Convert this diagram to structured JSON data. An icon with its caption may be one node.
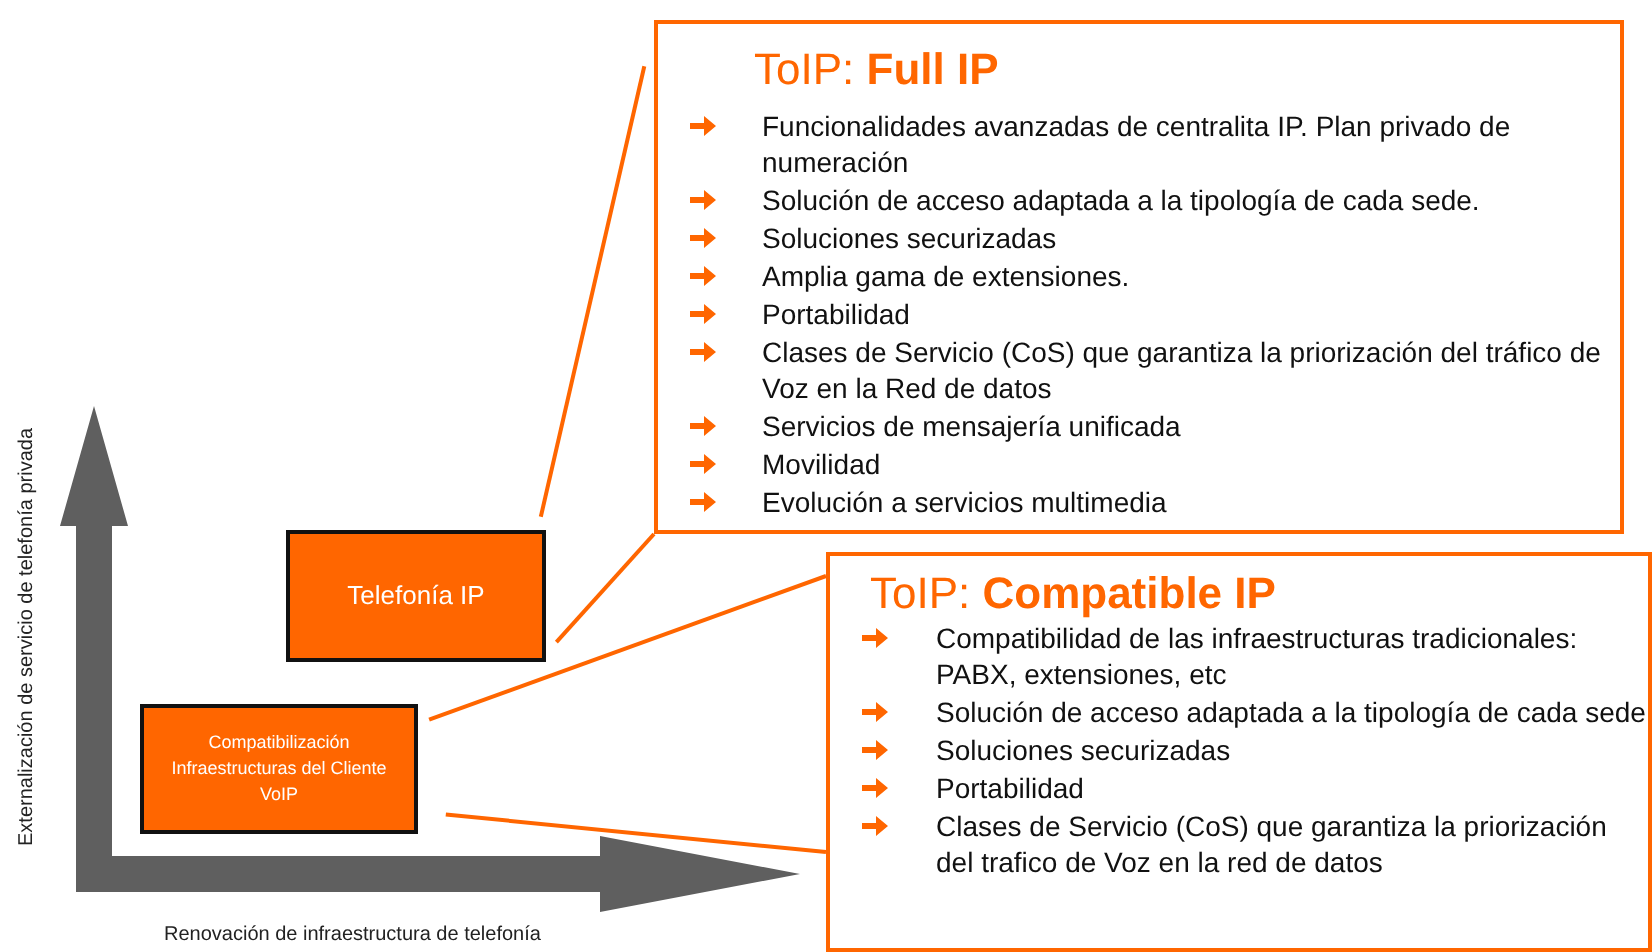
{
  "diagram": {
    "nodes": [
      {
        "text": [
          "Telefonía IP"
        ]
      },
      {
        "text": [
          "Compatibilización Infraestructuras del Cliente VoIP"
        ]
      },
      {
        "text": [
          "ToIP: **Full IP**",
          "Funcionalidades avanzadas de centralita IP. Plan privado de numeración",
          "Solución de acceso adaptada a la tipología de cada sede.",
          "Soluciones securizadas",
          "Amplia gama de extensiones.",
          "Portabilidad",
          "Clases de Servicio (CoS) que garantiza la priorización del tráfico de Voz en la Red de datos",
          "Servicios de mensajería unificada",
          "Movilidad",
          "Evolución a servicios multimedia"
        ]
      },
      {
        "text": [
          "ToIP: **Compatible IP**",
          "Compatibilidad de las infraestructuras tradicionales: PABX, extensiones, etc",
          "Solución de acceso adaptada a la tipología de cada sede",
          "Soluciones securizadas",
          "Portabilidad",
          "Clases de Servicio (CoS) que garantiza la priorización del trafico de Voz en la red de datos"
        ]
      }
    ],
    "edges": [
      {
        "from": 0,
        "to": 2,
        "arrow": "none"
      },
      {
        "from": 0,
        "to": 2,
        "arrow": "none"
      },
      {
        "from": 1,
        "to": 3,
        "arrow": "none"
      },
      {
        "from": 1,
        "to": 3,
        "arrow": "none"
      }
    ],
    "labels": [
      "Externalización de servicio de telefonía privada",
      "Renovación de infraestructura de telefonía"
    ]
  }
}
